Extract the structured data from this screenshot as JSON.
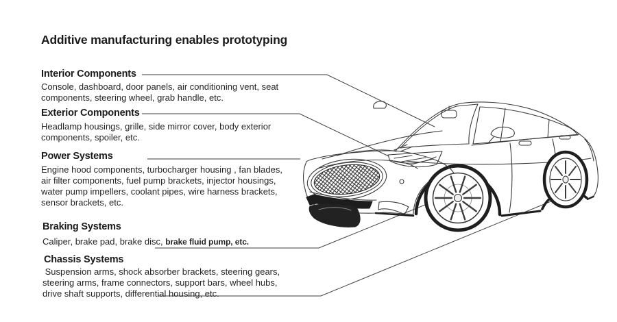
{
  "title": "Additive manufacturing enables prototyping",
  "colors": {
    "background": "#ffffff",
    "text": "#1b1b1b",
    "leader_line": "#3f3f3f",
    "car_line": "#3a3a3a",
    "car_dark": "#1d1d1d"
  },
  "sections": [
    {
      "id": "interior",
      "heading": "Interior Components",
      "body_lines": [
        "Console, dashboard, door panels, air conditioning vent, seat",
        "components, steering wheel, grab handle, etc."
      ]
    },
    {
      "id": "exterior",
      "heading": "Exterior Components",
      "body_lines": [
        "Headlamp housings, grille, side mirror cover, body exterior",
        "components, spoiler, etc."
      ]
    },
    {
      "id": "power",
      "heading": "Power Systems",
      "body_lines": [
        "Engine hood components, turbocharger housing , fan blades,",
        "air filter components, fuel pump brackets, injector housings,",
        "water pump impellers, coolant pipes, wire harness brackets,",
        "sensor brackets, etc."
      ]
    },
    {
      "id": "braking",
      "heading": "Braking Systems",
      "body_prefix": "Caliper, brake pad, brake disc, ",
      "body_emphasis": "brake fluid pump, etc."
    },
    {
      "id": "chassis",
      "heading": "Chassis Systems",
      "body_lines": [
        " Suspension arms, shock absorber brackets, steering gears,",
        "steering arms, frame connectors, support bars, wheel hubs,",
        "drive shaft supports, differential housing, etc."
      ]
    }
  ],
  "illustration": {
    "alt": "Line drawing of a sedan car in front three-quarter view with leader lines pointing to cabin, headlamp, grille, front wheel and rear underbody"
  }
}
